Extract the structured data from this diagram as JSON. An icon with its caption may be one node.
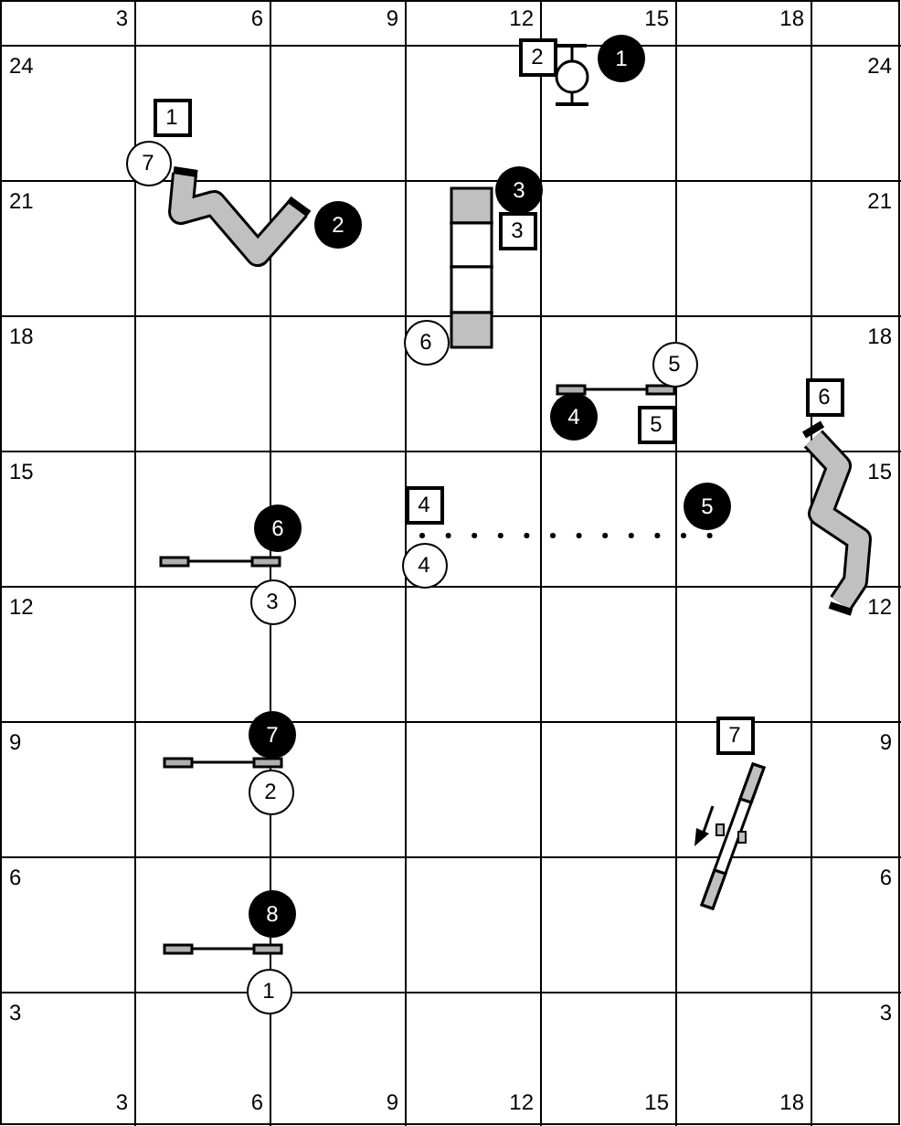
{
  "diagram": {
    "nodes": [
      {
        "text": [
          "2"
        ]
      },
      {
        "text": [
          "1"
        ]
      },
      {
        "text": [
          "1"
        ]
      },
      {
        "text": [
          "7"
        ]
      },
      {
        "text": [
          "3"
        ]
      },
      {
        "text": [
          "3"
        ]
      },
      {
        "text": [
          "2"
        ]
      },
      {
        "text": [
          "6"
        ]
      },
      {
        "text": [
          "5"
        ]
      },
      {
        "text": [
          "6"
        ]
      },
      {
        "text": [
          "4"
        ]
      },
      {
        "text": [
          "5"
        ]
      },
      {
        "text": [
          "4"
        ]
      },
      {
        "text": [
          "5"
        ]
      },
      {
        "text": [
          "6"
        ]
      },
      {
        "text": [
          "4"
        ]
      },
      {
        "text": [
          "3"
        ]
      },
      {
        "text": [
          "7"
        ]
      },
      {
        "text": [
          "7"
        ]
      },
      {
        "text": [
          "2"
        ]
      },
      {
        "text": [
          "8"
        ]
      },
      {
        "text": [
          "1"
        ]
      }
    ],
    "labels": [
      "3",
      "6",
      "9",
      "12",
      "15",
      "18",
      "24",
      "24",
      "21",
      "21",
      "18",
      "18",
      "15",
      "15",
      "12",
      "12",
      "9",
      "9",
      "6",
      "6",
      "3",
      "3",
      "3",
      "6",
      "9",
      "12",
      "15",
      "18"
    ]
  }
}
